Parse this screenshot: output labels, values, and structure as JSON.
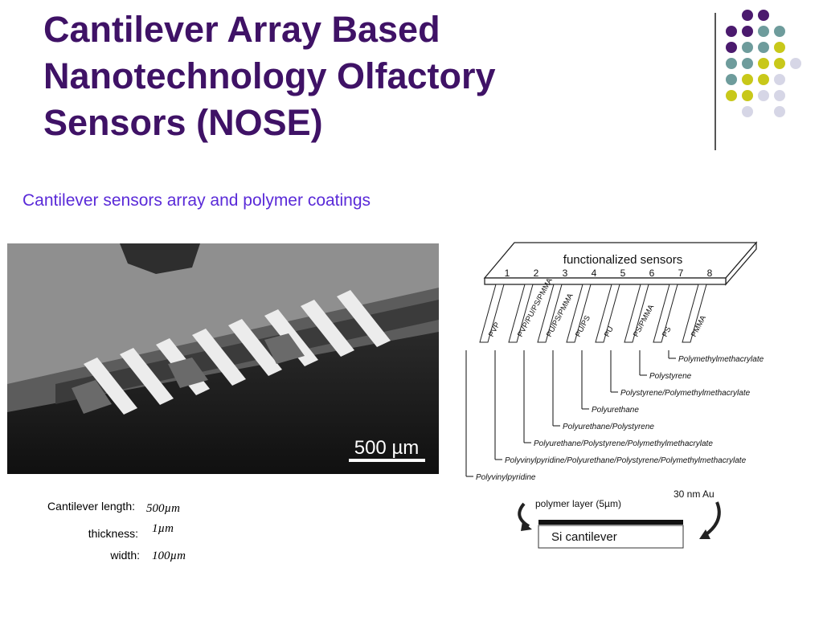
{
  "slide": {
    "title_lines": [
      "Cantilever Array Based",
      "Nanotechnology Olfactory",
      "Sensors (NOSE)"
    ],
    "subtitle": "Cantilever sensors array and polymer coatings",
    "colors": {
      "title": "#3f1266",
      "subtitle": "#5a2ad8",
      "purple": "#4b1a6e",
      "teal": "#6e9c9c",
      "olive": "#c8c81a",
      "lavender": "#d6d6e6"
    }
  },
  "photo": {
    "scale_label": "500 µm"
  },
  "diagram": {
    "header": "functionalized sensors",
    "numbers": [
      "1",
      "2",
      "3",
      "4",
      "5",
      "6",
      "7",
      "8"
    ],
    "coatings": [
      "PVP",
      "PVP/PU/PS/PMMA",
      "PU/PS/PMMA",
      "PU/PS",
      "PU",
      "PS/PMMA",
      "PS",
      "PMMA"
    ],
    "polymers": [
      "Polymethylmethacrylate",
      "Polystyrene",
      "Polystyrene/Polymethylmethacrylate",
      "Polyurethane",
      "Polyurethane/Polystyrene",
      "Polyurethane/Polystyrene/Polymethylmethacrylate",
      "Polyvinylpyridine/Polyurethane/Polystyrene/Polymethylmethacrylate",
      "Polyvinylpyridine"
    ]
  },
  "cross_section": {
    "polymer_label": "polymer layer (5µm)",
    "gold_label": "30 nm Au",
    "si_label": "Si cantilever"
  },
  "specs": {
    "length_label": "Cantilever length:",
    "length_value": "500µm",
    "thickness_label": "thickness:",
    "thickness_value": "1µm",
    "width_label": "width:",
    "width_value": "100µm"
  }
}
